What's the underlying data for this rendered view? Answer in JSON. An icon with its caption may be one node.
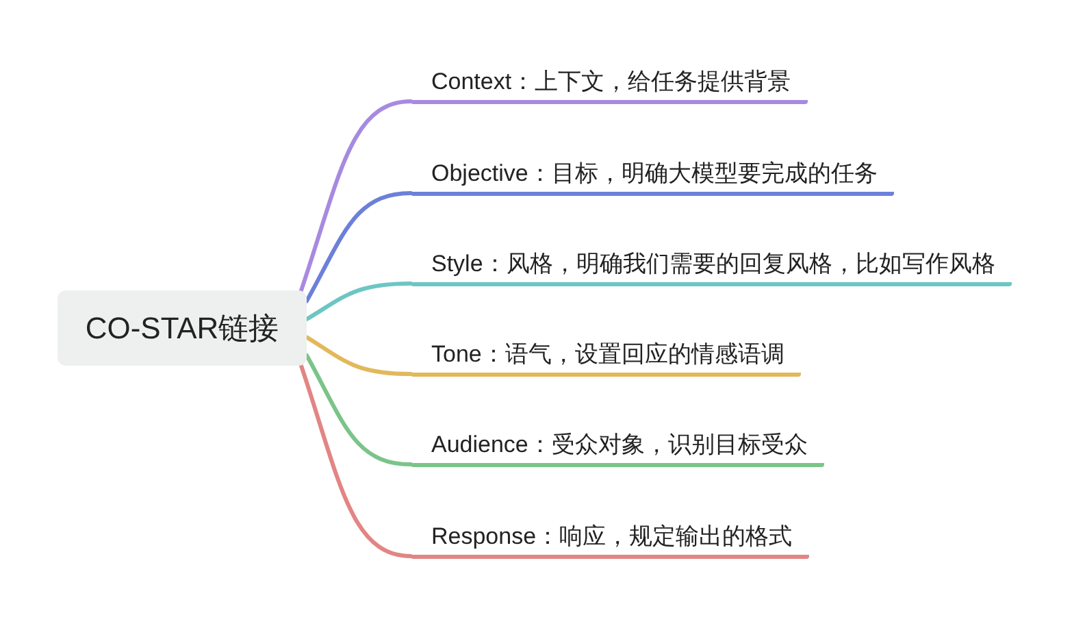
{
  "diagram": {
    "nodes": [
      {
        "text": [
          "CO-STAR链接"
        ]
      },
      {
        "text": [
          "Context：上下文，给任务提供背景"
        ]
      },
      {
        "text": [
          "Objective：目标，明确大模型要完成的任务"
        ]
      },
      {
        "text": [
          "Style：风格，明确我们需要的回复风格，比如写作风格"
        ]
      },
      {
        "text": [
          "Tone：语气，设置回应的情感语调"
        ]
      },
      {
        "text": [
          "Audience：受众对象，识别目标受众"
        ]
      },
      {
        "text": [
          "Response：响应，规定输出的格式"
        ]
      }
    ],
    "edges": [
      {
        "from": 0,
        "to": 1,
        "arrow": "none",
        "color": "#a78ae0"
      },
      {
        "from": 0,
        "to": 2,
        "arrow": "none",
        "color": "#6c80d9"
      },
      {
        "from": 0,
        "to": 3,
        "arrow": "none",
        "color": "#6cc6c3"
      },
      {
        "from": 0,
        "to": 4,
        "arrow": "none",
        "color": "#e2b85b"
      },
      {
        "from": 0,
        "to": 5,
        "arrow": "none",
        "color": "#7bc489"
      },
      {
        "from": 0,
        "to": 6,
        "arrow": "none",
        "color": "#e28584"
      }
    ]
  }
}
